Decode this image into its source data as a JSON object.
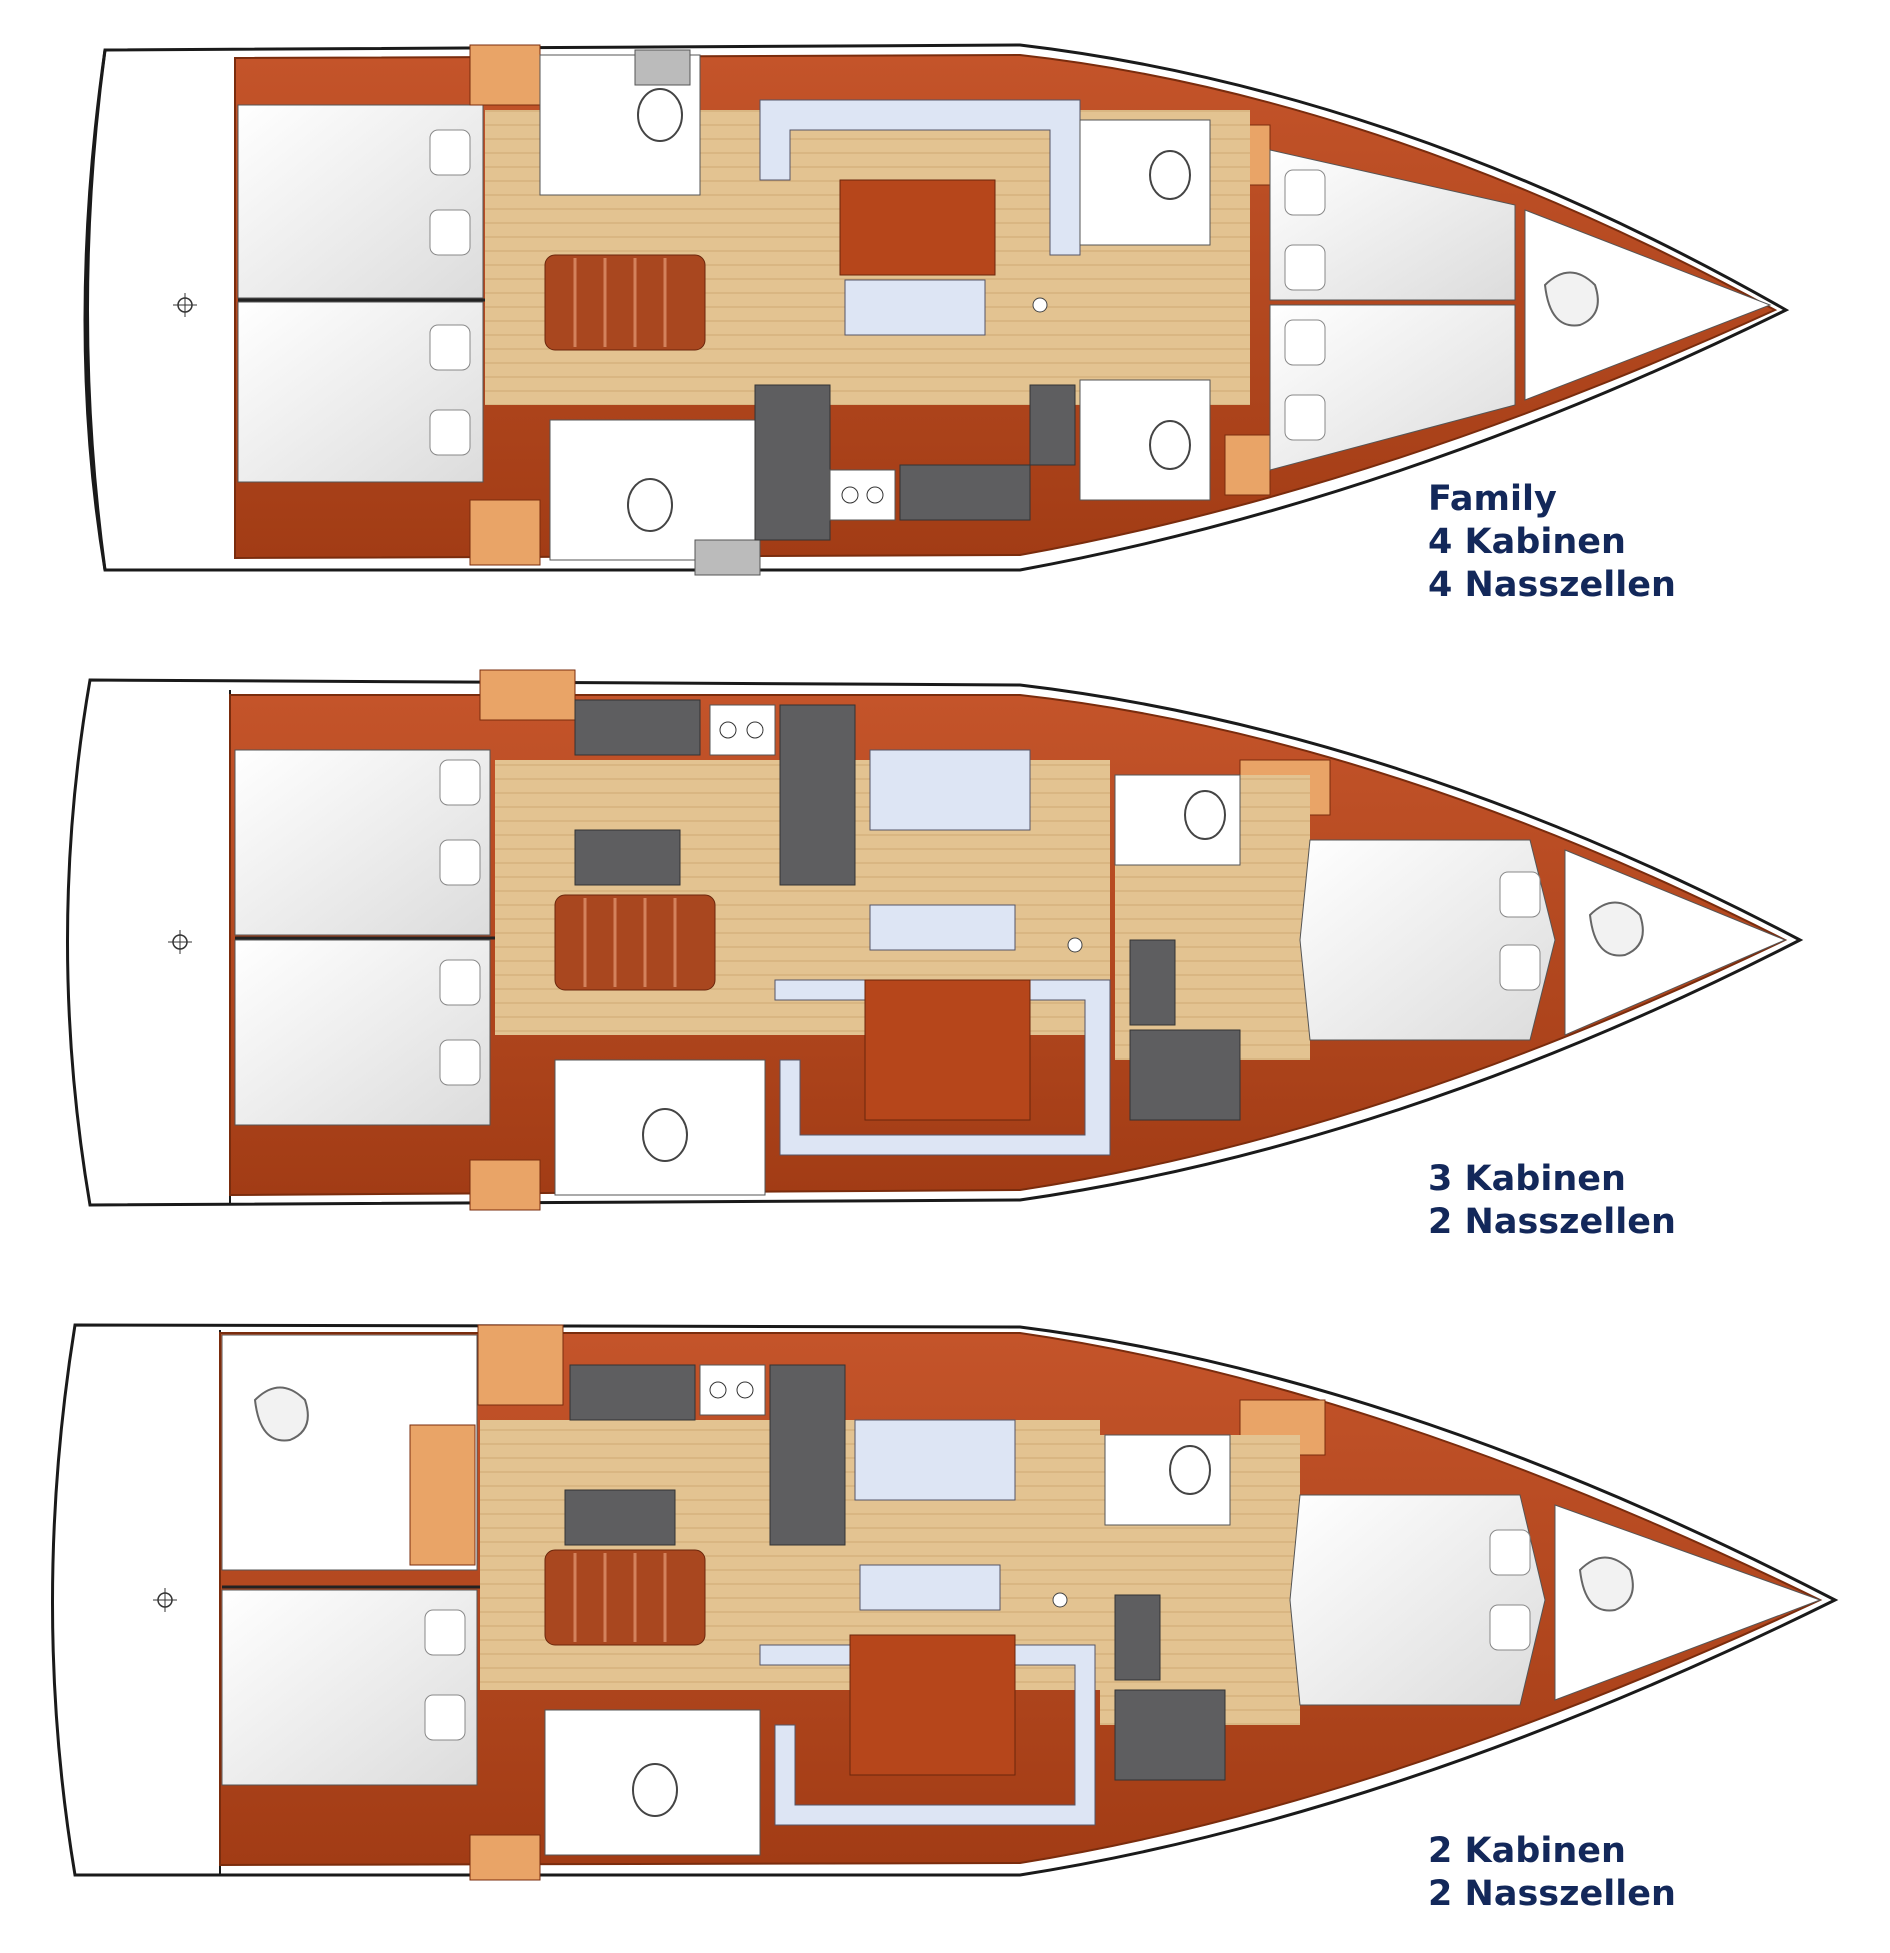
{
  "layouts": [
    {
      "id": "family",
      "caption": [
        "Family",
        "4 Kabinen",
        "4 Nasszellen"
      ]
    },
    {
      "id": "three-cabin",
      "caption": [
        "3 Kabinen",
        "2 Nasszellen"
      ]
    },
    {
      "id": "two-cabin",
      "caption": [
        "2 Kabinen",
        "2 Nasszellen"
      ]
    }
  ],
  "colors": {
    "wood": "#b6461b",
    "wood_edge": "#7a2c0d",
    "floor": "#e3c391",
    "floor_line": "#cfa874",
    "bed": "#ececec",
    "sofa": "#dde5f4",
    "galley": "#5e5e60",
    "locker": "#e9a467",
    "hull_line": "#1a1a1a",
    "caption": "#13285a"
  }
}
